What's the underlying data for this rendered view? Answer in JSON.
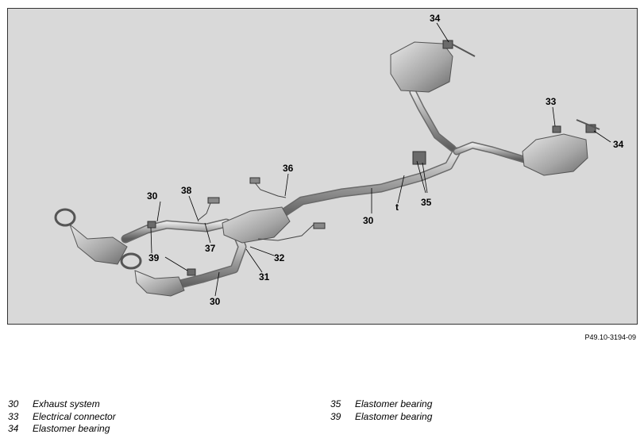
{
  "figure": {
    "callouts": {
      "c34a": "34",
      "c33": "33",
      "c34b": "34",
      "c36": "36",
      "c38": "38",
      "c30a": "30",
      "c37": "37",
      "c39": "39",
      "c32": "32",
      "c31": "31",
      "c30b": "30",
      "c30c": "30",
      "ct": "t",
      "c35": "35"
    },
    "colors": {
      "background": "#d9d9d9",
      "pipe": "#9a9a9a",
      "muffler": "#b3b3b3",
      "line": "#000000"
    }
  },
  "reference_code": "P49.10-3194-09",
  "legend": {
    "left": [
      {
        "num": "30",
        "label": "Exhaust system"
      },
      {
        "num": "33",
        "label": "Electrical connector"
      },
      {
        "num": "34",
        "label": "Elastomer bearing"
      }
    ],
    "right": [
      {
        "num": "35",
        "label": "Elastomer bearing"
      },
      {
        "num": "39",
        "label": "Elastomer bearing"
      }
    ]
  }
}
